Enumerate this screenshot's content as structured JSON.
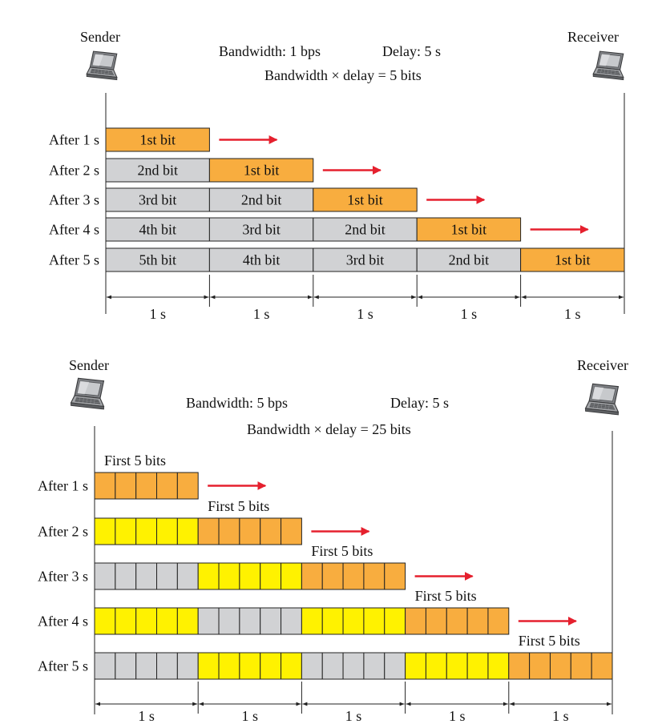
{
  "colors": {
    "orange": "#F8AD3F",
    "yellow": "#FFF200",
    "gray": "#D1D2D4",
    "arrow": "#E5202E",
    "line": "#222222",
    "text": "#111111"
  },
  "diagrams": [
    {
      "sender_label": "Sender",
      "receiver_label": "Receiver",
      "sender_icon": "laptop-icon",
      "receiver_icon": "laptop-icon",
      "bandwidth_text": "Bandwidth: 1 bps",
      "delay_text": "Delay: 5 s",
      "product_text": "Bandwidth × delay = 5 bits",
      "mode": "labeled",
      "rows": [
        {
          "label": "After 1 s",
          "cells": [
            {
              "text": "1st bit",
              "color": "orange"
            }
          ]
        },
        {
          "label": "After 2 s",
          "cells": [
            {
              "text": "2nd bit",
              "color": "gray"
            },
            {
              "text": "1st bit",
              "color": "orange"
            }
          ]
        },
        {
          "label": "After 3 s",
          "cells": [
            {
              "text": "3rd bit",
              "color": "gray"
            },
            {
              "text": "2nd bit",
              "color": "gray"
            },
            {
              "text": "1st bit",
              "color": "orange"
            }
          ]
        },
        {
          "label": "After 4 s",
          "cells": [
            {
              "text": "4th bit",
              "color": "gray"
            },
            {
              "text": "3rd bit",
              "color": "gray"
            },
            {
              "text": "2nd bit",
              "color": "gray"
            },
            {
              "text": "1st bit",
              "color": "orange"
            }
          ]
        },
        {
          "label": "After 5 s",
          "cells": [
            {
              "text": "5th bit",
              "color": "gray"
            },
            {
              "text": "4th bit",
              "color": "gray"
            },
            {
              "text": "3rd bit",
              "color": "gray"
            },
            {
              "text": "2nd bit",
              "color": "gray"
            },
            {
              "text": "1st bit",
              "color": "orange"
            }
          ]
        }
      ],
      "intervals": [
        "1 s",
        "1 s",
        "1 s",
        "1 s",
        "1 s"
      ]
    },
    {
      "sender_label": "Sender",
      "receiver_label": "Receiver",
      "sender_icon": "laptop-icon",
      "receiver_icon": "laptop-icon",
      "bandwidth_text": "Bandwidth: 5 bps",
      "delay_text": "Delay: 5 s",
      "product_text": "Bandwidth × delay = 25 bits",
      "mode": "bits",
      "head_label": "First 5 bits",
      "rows": [
        {
          "label": "After 1 s",
          "groups": [
            "orange"
          ]
        },
        {
          "label": "After 2 s",
          "groups": [
            "yellow",
            "orange"
          ]
        },
        {
          "label": "After 3 s",
          "groups": [
            "gray",
            "yellow",
            "orange"
          ]
        },
        {
          "label": "After 4 s",
          "groups": [
            "yellow",
            "gray",
            "yellow",
            "orange"
          ]
        },
        {
          "label": "After 5 s",
          "groups": [
            "gray",
            "yellow",
            "gray",
            "yellow",
            "orange"
          ]
        }
      ],
      "intervals": [
        "1 s",
        "1 s",
        "1 s",
        "1 s",
        "1 s"
      ]
    }
  ]
}
